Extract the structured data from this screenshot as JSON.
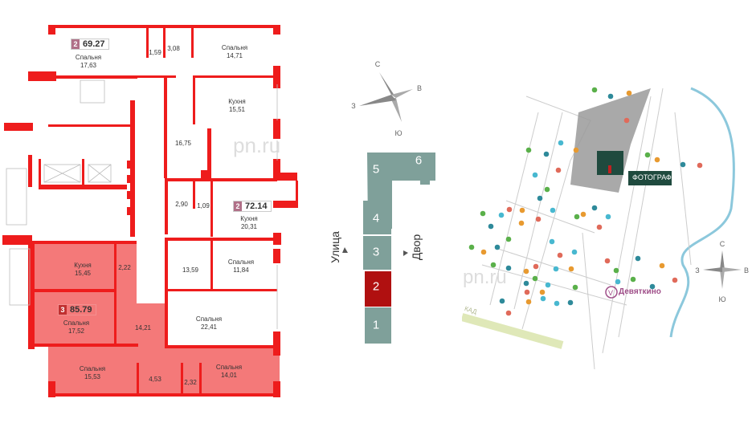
{
  "plan": {
    "apartments": [
      {
        "rooms": "2",
        "area": "69.27",
        "selected": false
      },
      {
        "rooms": "2",
        "area": "72.14",
        "selected": false
      },
      {
        "rooms": "3",
        "area": "85.79",
        "selected": true
      }
    ],
    "rooms": [
      {
        "name": "Спальня",
        "area": "17,63"
      },
      {
        "name": "",
        "area": "1,59"
      },
      {
        "name": "",
        "area": "3,08"
      },
      {
        "name": "Спальня",
        "area": "14,71"
      },
      {
        "name": "Кухня",
        "area": "15,51"
      },
      {
        "name": "",
        "area": "16,75"
      },
      {
        "name": "",
        "area": "2,90"
      },
      {
        "name": "",
        "area": "1,09"
      },
      {
        "name": "Кухня",
        "area": "20,31"
      },
      {
        "name": "",
        "area": "13,59"
      },
      {
        "name": "Спальня",
        "area": "11,84"
      },
      {
        "name": "Кухня",
        "area": "15,45"
      },
      {
        "name": "",
        "area": "2,22"
      },
      {
        "name": "Спальня",
        "area": "17,52"
      },
      {
        "name": "",
        "area": "14,21"
      },
      {
        "name": "Спальня",
        "area": "22,41"
      },
      {
        "name": "Спальня",
        "area": "15,53"
      },
      {
        "name": "",
        "area": "4,53"
      },
      {
        "name": "",
        "area": "2,32"
      },
      {
        "name": "Спальня",
        "area": "14,01"
      }
    ],
    "watermark": "pn.ru",
    "wall_color": "#ee1c1c",
    "highlight_color": "#f36a6a"
  },
  "section_scheme": {
    "compass": {
      "n": "С",
      "e": "В",
      "s": "Ю",
      "w": "З"
    },
    "sections": [
      "1",
      "2",
      "3",
      "4",
      "5",
      "6"
    ],
    "selected_section": "2",
    "street_label": "Улица",
    "yard_label": "Двор",
    "section_color": "#7fa09a",
    "selected_color": "#b01010"
  },
  "map": {
    "project_label": "ФОТОГРАФ",
    "metro_label": "Девяткино",
    "road_label": "КАД",
    "compass": {
      "n": "С",
      "e": "В",
      "s": "Ю",
      "w": "З"
    },
    "watermark": "pn.ru",
    "project_color": "#1f4a3e",
    "river_color": "#8cc8dc"
  }
}
